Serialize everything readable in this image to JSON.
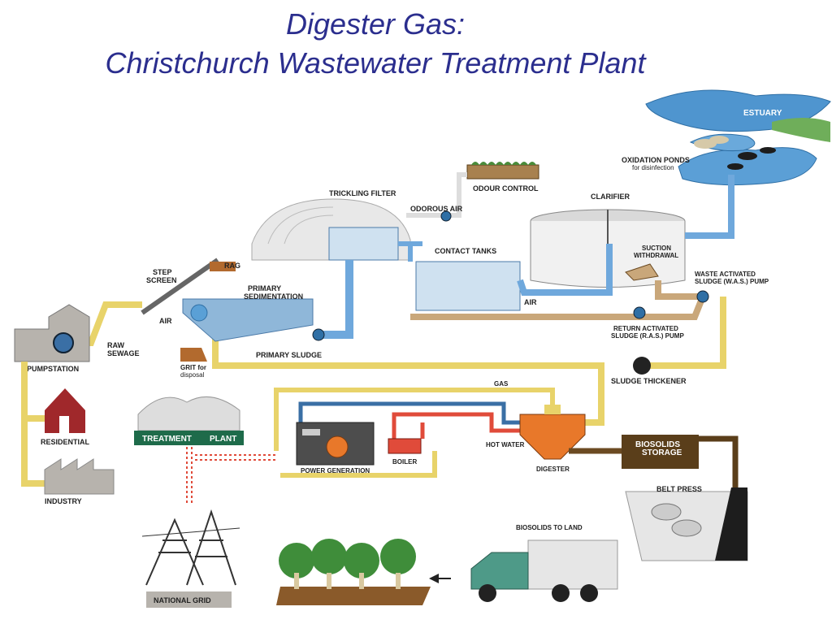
{
  "title": {
    "line1": "Digester Gas:",
    "line2": "Christchurch Wastewater Treatment Plant"
  },
  "labels": {
    "estuary": "ESTUARY",
    "oxidation_ponds": "OXIDATION PONDS",
    "oxidation_ponds_sub": "for disinfection",
    "odour_control": "ODOUR CONTROL",
    "trickling_filter": "TRICKLING FILTER",
    "odorous_air": "ODOROUS AIR",
    "clarifier": "CLARIFIER",
    "contact_tanks": "CONTACT TANKS",
    "suction_withdrawal_1": "SUCTION",
    "suction_withdrawal_2": "WITHDRAWAL",
    "was_pump_1": "WASTE ACTIVATED",
    "was_pump_2": "SLUDGE (W.A.S.) PUMP",
    "ras_pump_1": "RETURN ACTIVATED",
    "ras_pump_2": "SLUDGE (R.A.S.) PUMP",
    "air_contact": "AIR",
    "step_screen_1": "STEP",
    "step_screen_2": "SCREEN",
    "rag": "RAG",
    "primary_sed_1": "PRIMARY",
    "primary_sed_2": "SEDIMENTATION",
    "air_primary": "AIR",
    "grit_1": "GRIT for",
    "grit_2": "disposal",
    "raw_sewage_1": "RAW",
    "raw_sewage_2": "SEWAGE",
    "primary_sludge": "PRIMARY SLUDGE",
    "sludge_thickener": "SLUDGE THICKENER",
    "pumpstation": "PUMPSTATION",
    "residential": "RESIDENTIAL",
    "industry": "INDUSTRY",
    "treatment_plant_1": "TREATMENT",
    "treatment_plant_2": "PLANT",
    "gas": "GAS",
    "hot_water": "HOT WATER",
    "power_generation": "POWER GENERATION",
    "boiler": "BOILER",
    "digester": "DIGESTER",
    "biosolids_storage_1": "BIOSOLIDS",
    "biosolids_storage_2": "STORAGE",
    "belt_press": "BELT PRESS",
    "biosolids_to_land": "BIOSOLIDS TO LAND",
    "national_grid": "NATIONAL GRID"
  },
  "colors": {
    "title": "#2b2e8e",
    "sewage_pipe": "#e8d36a",
    "water_pipe": "#6fa8dc",
    "sludge_pipe": "#c9a77a",
    "hot_water_pipe": "#e04b3a",
    "digester": "#e8782a",
    "estuary": "#4f95cf",
    "building": "#b7b3ad",
    "residential": "#a0282b",
    "treatment_plant_sign": "#1e6b4a"
  }
}
